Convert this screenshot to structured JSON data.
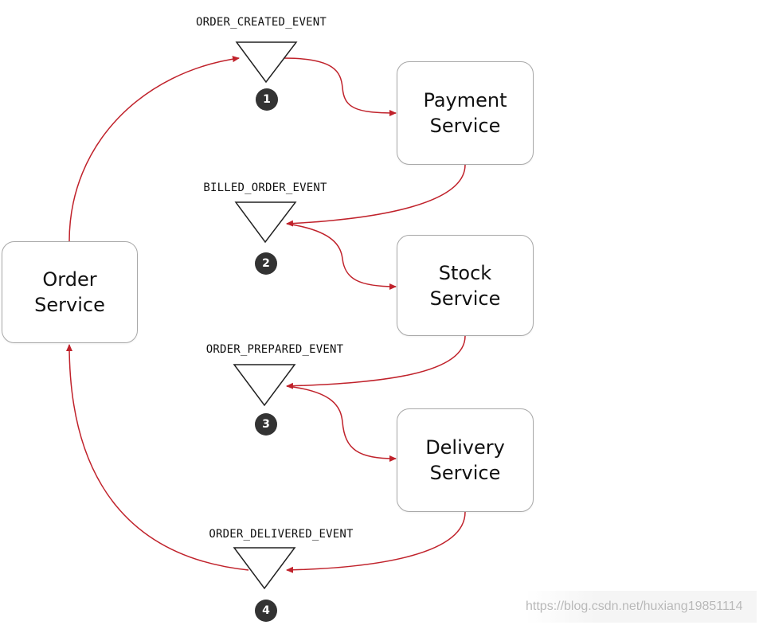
{
  "services": {
    "order": {
      "line1": "Order",
      "line2": "Service"
    },
    "payment": {
      "line1": "Payment",
      "line2": "Service"
    },
    "stock": {
      "line1": "Stock",
      "line2": "Service"
    },
    "delivery": {
      "line1": "Delivery",
      "line2": "Service"
    }
  },
  "events": [
    {
      "name": "ORDER_CREATED_EVENT",
      "step": "1"
    },
    {
      "name": "BILLED_ORDER_EVENT",
      "step": "2"
    },
    {
      "name": "ORDER_PREPARED_EVENT",
      "step": "3"
    },
    {
      "name": "ORDER_DELIVERED_EVENT",
      "step": "4"
    }
  ],
  "colors": {
    "flow": "#c0222b",
    "box_border": "#a9a9a9",
    "marker": "#333333"
  },
  "watermark": "https://blog.csdn.net/huxiang19851114"
}
